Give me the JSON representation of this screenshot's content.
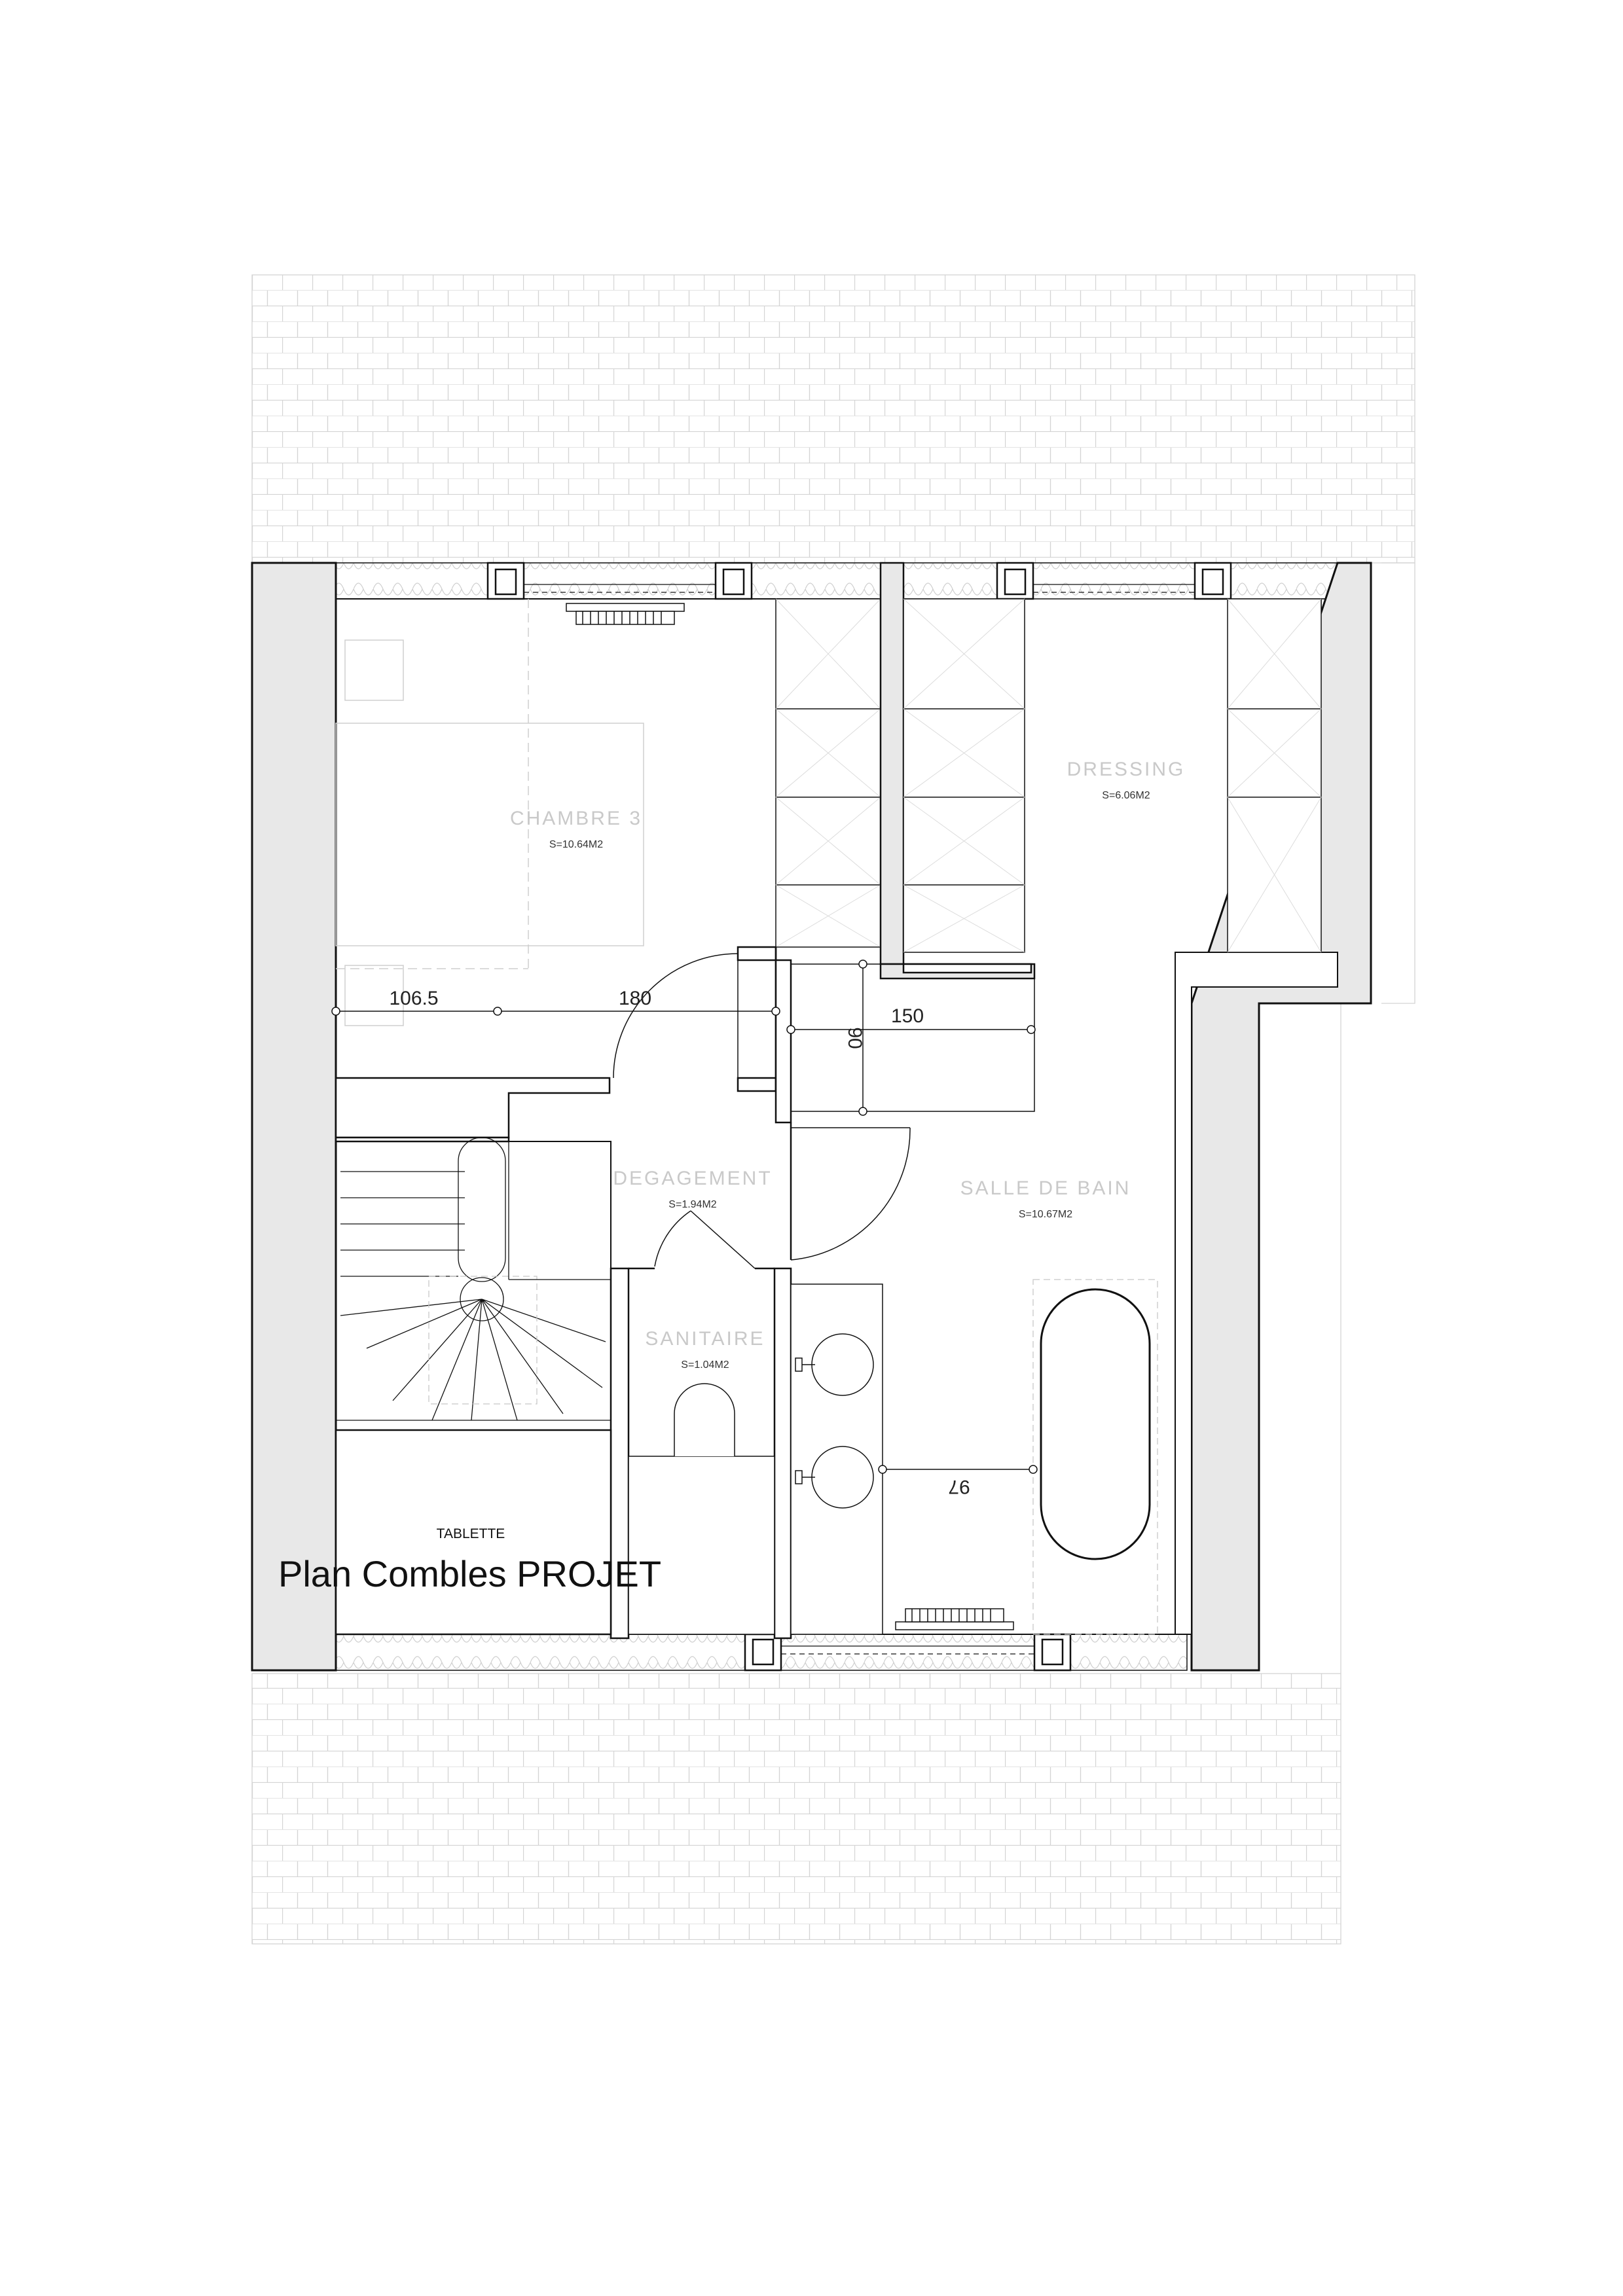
{
  "title": "Plan Combles PROJET",
  "rooms": {
    "chambre": {
      "name": "CHAMBRE 3",
      "area": "S=10.64M2"
    },
    "dressing": {
      "name": "DRESSING",
      "area": "S=6.06M2"
    },
    "degagement": {
      "name": "DEGAGEMENT",
      "area": "S=1.94M2"
    },
    "salle_de_bain": {
      "name": "SALLE DE BAIN",
      "area": "S=10.67M2"
    },
    "sanitaire": {
      "name": "SANITAIRE",
      "area": "S=1.04M2"
    }
  },
  "labels": {
    "tablette": "TABLETTE"
  },
  "dimensions": {
    "d1": "106.5",
    "d2": "180",
    "d3": "150",
    "d4": "90",
    "d5": "97"
  },
  "colors": {
    "wall_fill": "#e8e8e8",
    "line": "#111111",
    "roof": "#d6d6d6"
  }
}
